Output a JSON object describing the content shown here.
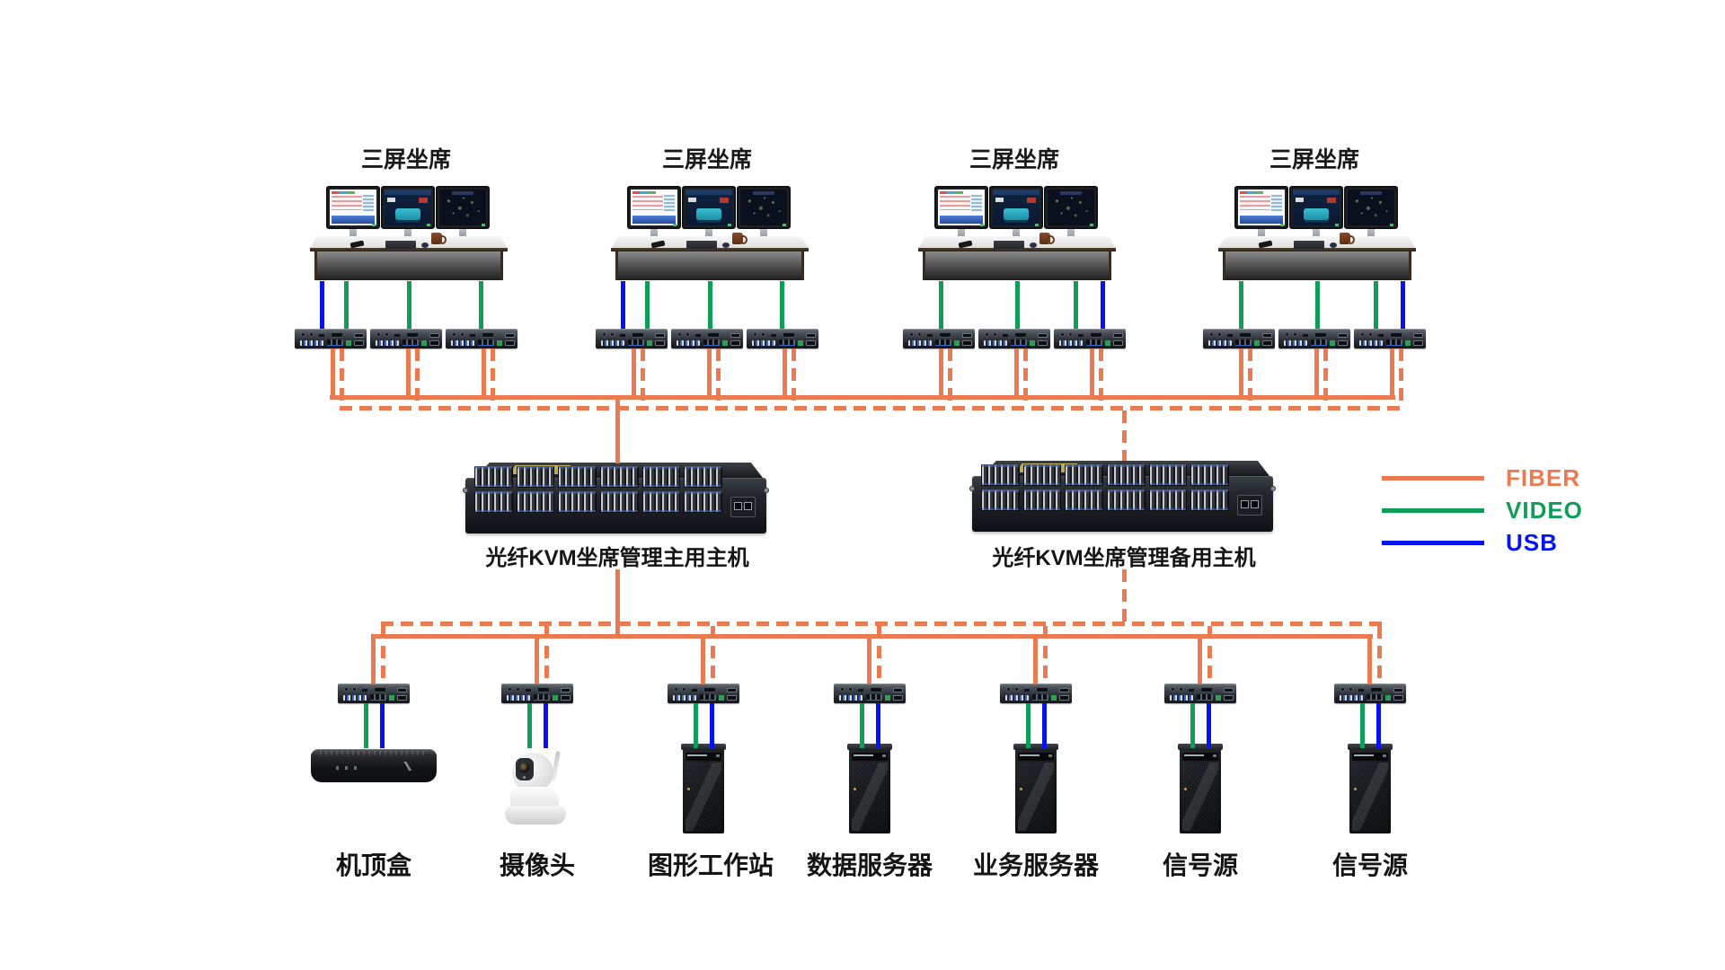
{
  "seats": [
    {
      "label": "三屏坐席"
    },
    {
      "label": "三屏坐席"
    },
    {
      "label": "三屏坐席"
    },
    {
      "label": "三屏坐席"
    }
  ],
  "switches": {
    "main": {
      "label": "光纤KVM坐席管理主用主机"
    },
    "backup": {
      "label": "光纤KVM坐席管理备用主机"
    }
  },
  "devices": [
    {
      "label": "机顶盒",
      "type": "settop"
    },
    {
      "label": "摄像头",
      "type": "camera"
    },
    {
      "label": "图形工作站",
      "type": "tower"
    },
    {
      "label": "数据服务器",
      "type": "tower"
    },
    {
      "label": "业务服务器",
      "type": "tower"
    },
    {
      "label": "信号源",
      "type": "tower"
    },
    {
      "label": "信号源",
      "type": "tower"
    }
  ],
  "legend": [
    {
      "label": "FIBER",
      "type": "fiber",
      "color": "#EC7A50"
    },
    {
      "label": "VIDEO",
      "type": "video",
      "color": "#0F9D58"
    },
    {
      "label": "USB",
      "type": "usb",
      "color": "#0713EE"
    }
  ],
  "line_colors": {
    "fiber": "#EC7A50",
    "video": "#0F9D58",
    "usb": "#0713EE"
  }
}
